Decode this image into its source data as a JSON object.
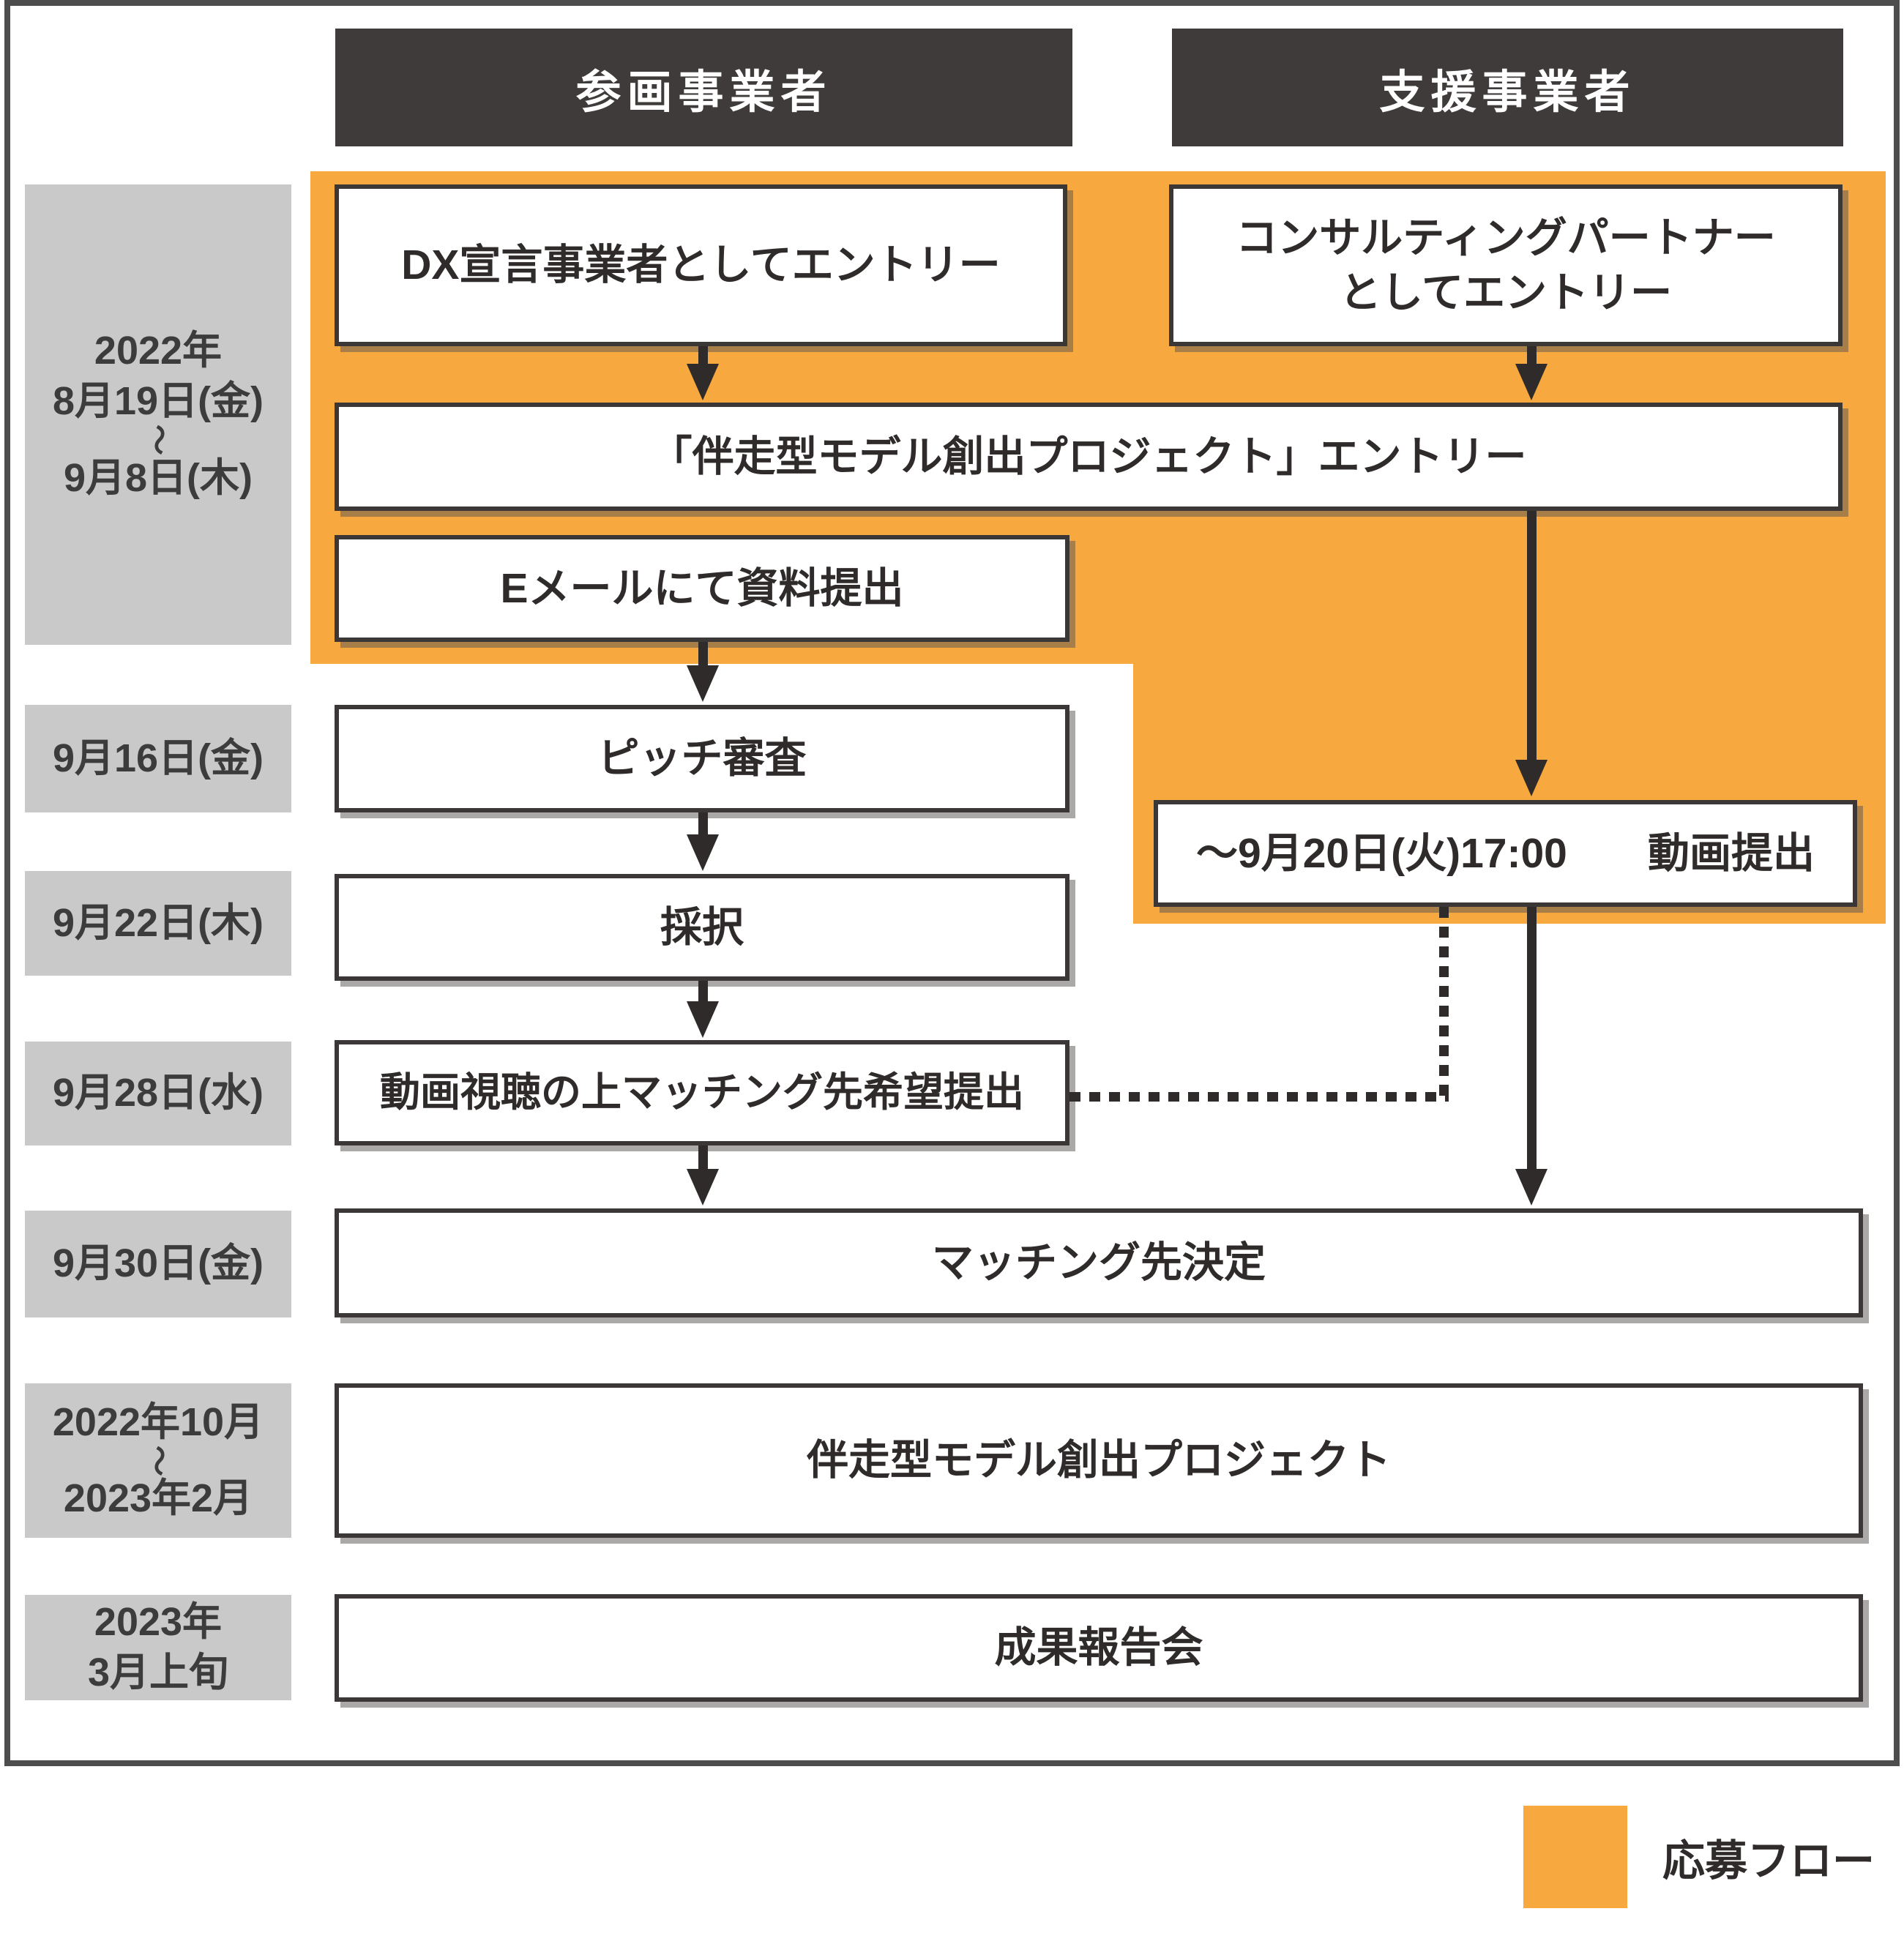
{
  "diagram": {
    "headers": [
      {
        "label": "参画事業者"
      },
      {
        "label": "支援事業者"
      }
    ],
    "timeline": [
      {
        "lines": [
          "2022年",
          "8月19日(金)",
          "～",
          "9月8日(木)"
        ]
      },
      {
        "lines": [
          "9月16日(金)"
        ]
      },
      {
        "lines": [
          "9月22日(木)"
        ]
      },
      {
        "lines": [
          "9月28日(水)"
        ]
      },
      {
        "lines": [
          "9月30日(金)"
        ]
      },
      {
        "lines": [
          "2022年10月",
          "～",
          "2023年2月"
        ]
      },
      {
        "lines": [
          "2023年",
          "3月上旬"
        ]
      }
    ],
    "boxes": {
      "dx_entry": "DX宣言事業者としてエントリー",
      "consulting_entry": {
        "line1": "コンサルティングパートナー",
        "line2": "としてエントリー"
      },
      "project_entry": "「伴走型モデル創出プロジェクト」エントリー",
      "email_submit": "Eメールにて資料提出",
      "pitch_review": "ピッチ審査",
      "video_deadline": "～9月20日(火)17:00",
      "video_submit": "動画提出",
      "adoption": "採択",
      "matching_request": "動画視聴の上マッチング先希望提出",
      "matching_decision": "マッチング先決定",
      "project_run": "伴走型モデル創出プロジェクト",
      "result_report": "成果報告会"
    },
    "legend": {
      "label": "応募フロー"
    },
    "colors": {
      "accent_orange": "#F7A83E",
      "header_dark": "#3F3B3A",
      "label_gray": "#C9C9C9",
      "line_dark": "#2E2B2A"
    }
  }
}
